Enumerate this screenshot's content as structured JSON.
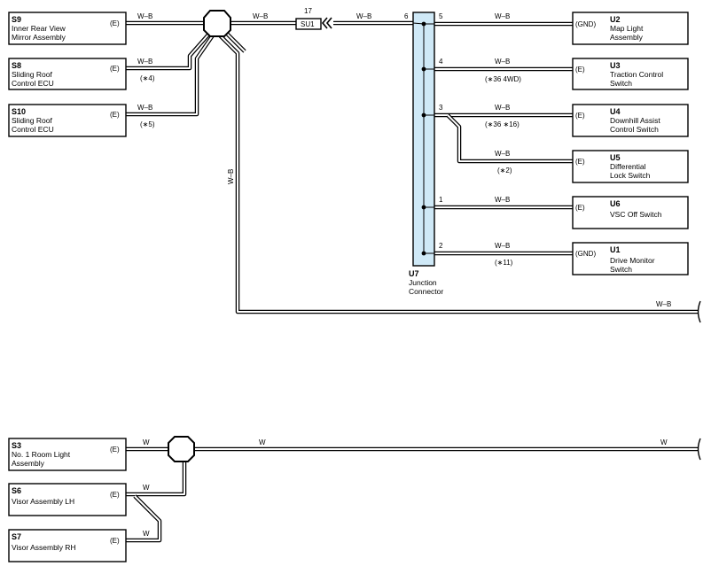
{
  "diagram": {
    "components": [
      {
        "id": "S9",
        "name_lines": [
          "Inner Rear View",
          "Mirror Assembly"
        ],
        "terminal": "(E)"
      },
      {
        "id": "S8",
        "name_lines": [
          "Sliding Roof",
          "Control ECU"
        ],
        "terminal": "(E)"
      },
      {
        "id": "S10",
        "name_lines": [
          "Sliding Roof",
          "Control ECU"
        ],
        "terminal": "(E)"
      },
      {
        "id": "U2",
        "name_lines": [
          "Map Light",
          "Assembly"
        ],
        "terminal": "(GND)"
      },
      {
        "id": "U3",
        "name_lines": [
          "Traction Control",
          "Switch"
        ],
        "terminal": "(E)"
      },
      {
        "id": "U4",
        "name_lines": [
          "Downhill Assist",
          "Control Switch"
        ],
        "terminal": "(E)"
      },
      {
        "id": "U5",
        "name_lines": [
          "Differential",
          "Lock Switch"
        ],
        "terminal": "(E)"
      },
      {
        "id": "U6",
        "name_lines": [
          "VSC Off Switch"
        ],
        "terminal": "(E)"
      },
      {
        "id": "U1",
        "name_lines": [
          "Drive Monitor",
          "Switch"
        ],
        "terminal": "(GND)"
      },
      {
        "id": "S3",
        "name_lines": [
          "No.  1 Room Light",
          "Assembly"
        ],
        "terminal": "(E)"
      },
      {
        "id": "S6",
        "name_lines": [
          "Visor Assembly LH"
        ],
        "terminal": "(E)"
      },
      {
        "id": "S7",
        "name_lines": [
          "Visor Assembly RH"
        ],
        "terminal": "(E)"
      }
    ],
    "junction_connector": {
      "id": "U7",
      "name_lines": [
        "Junction",
        "Connector"
      ],
      "pins": [
        "6",
        "5",
        "4",
        "3",
        "1",
        "2"
      ]
    },
    "connector": {
      "id": "SU1",
      "pin": "17"
    },
    "wire_colors": {
      "wb": "W–B",
      "w": "W"
    },
    "notes": {
      "n4": "(∗4)",
      "n5": "(∗5)",
      "n36_4wd": "(∗36 4WD)",
      "n36_16": "(∗36 ∗16)",
      "n2": "(∗2)",
      "n11": "(∗11)"
    },
    "colors": {
      "junction_fill": "#cfe9f7",
      "line": "#000000"
    }
  }
}
